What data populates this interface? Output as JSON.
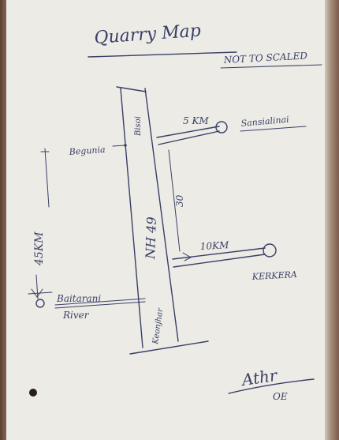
{
  "title": "Quarry Map",
  "note": "NOT TO SCALED",
  "road": "NH 49",
  "places": {
    "bisoi": "Bisoi",
    "begunia": "Begunia",
    "keonjhar": "Keonjhar",
    "sansialinai": "Sansialinai",
    "kerkera": "KERKERA",
    "baitarani_line1": "Baitarani",
    "baitarani_line2": "River"
  },
  "distances": {
    "sansialinai_spur": "5 KM",
    "between_spurs": "30",
    "kerkera_spur": "10KM",
    "vertical_extent": "45KM"
  },
  "signature": {
    "initials": "Athr",
    "designation": "OE"
  }
}
